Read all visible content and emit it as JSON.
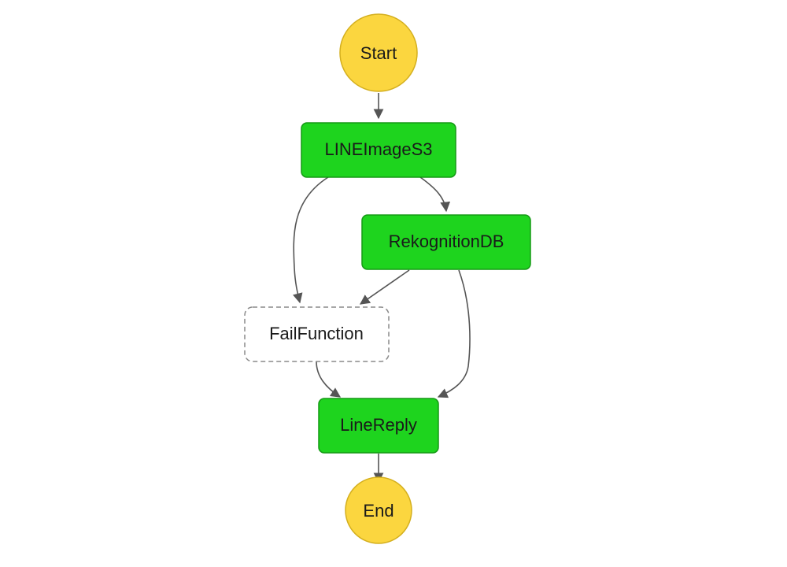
{
  "diagram": {
    "type": "state-machine-flow",
    "colors": {
      "terminal_fill": "#FBD63F",
      "terminal_stroke": "#D4AF1E",
      "task_fill": "#1ED41E",
      "task_stroke": "#159A15",
      "fail_fill": "#FFFFFF",
      "fail_stroke": "#8A8A8A",
      "edge": "#555555"
    },
    "nodes": [
      {
        "id": "start",
        "label": "Start",
        "kind": "terminal"
      },
      {
        "id": "lineimages3",
        "label": "LINEImageS3",
        "kind": "task"
      },
      {
        "id": "rekognitiondb",
        "label": "RekognitionDB",
        "kind": "task"
      },
      {
        "id": "failfunction",
        "label": "FailFunction",
        "kind": "fail"
      },
      {
        "id": "linereply",
        "label": "LineReply",
        "kind": "task"
      },
      {
        "id": "end",
        "label": "End",
        "kind": "terminal"
      }
    ],
    "edges": [
      {
        "from": "start",
        "to": "lineimages3"
      },
      {
        "from": "lineimages3",
        "to": "rekognitiondb"
      },
      {
        "from": "lineimages3",
        "to": "failfunction"
      },
      {
        "from": "rekognitiondb",
        "to": "failfunction"
      },
      {
        "from": "rekognitiondb",
        "to": "linereply"
      },
      {
        "from": "failfunction",
        "to": "linereply"
      },
      {
        "from": "linereply",
        "to": "end"
      }
    ]
  }
}
